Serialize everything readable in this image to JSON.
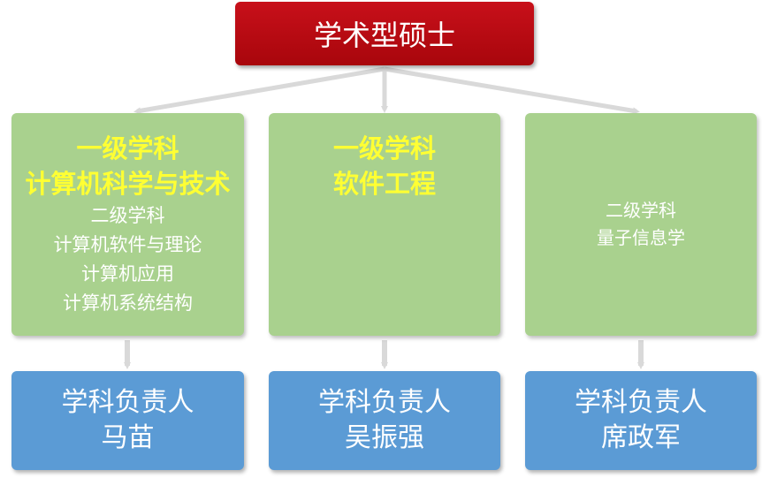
{
  "root": {
    "title": "学术型硕士"
  },
  "disciplines": [
    {
      "first_level_label": "一级学科",
      "first_level_name": "计算机科学与技术",
      "second_level_label": "二级学科",
      "second_level_items": [
        "计算机软件与理论",
        "计算机应用",
        "计算机系统结构"
      ]
    },
    {
      "first_level_label": "一级学科",
      "first_level_name": "软件工程"
    },
    {
      "second_level_label": "二级学科",
      "second_level_items": [
        "量子信息学"
      ]
    }
  ],
  "leaders": [
    {
      "role": "学科负责人",
      "name": "马苗"
    },
    {
      "role": "学科负责人",
      "name": "吴振强"
    },
    {
      "role": "学科负责人",
      "name": "席政军"
    }
  ],
  "colors": {
    "root": "#c00000",
    "discipline_box": "#a9d18e",
    "leader_box": "#5b9bd5",
    "highlight_text": "#ffff33",
    "arrow": "#d9d9d9"
  }
}
